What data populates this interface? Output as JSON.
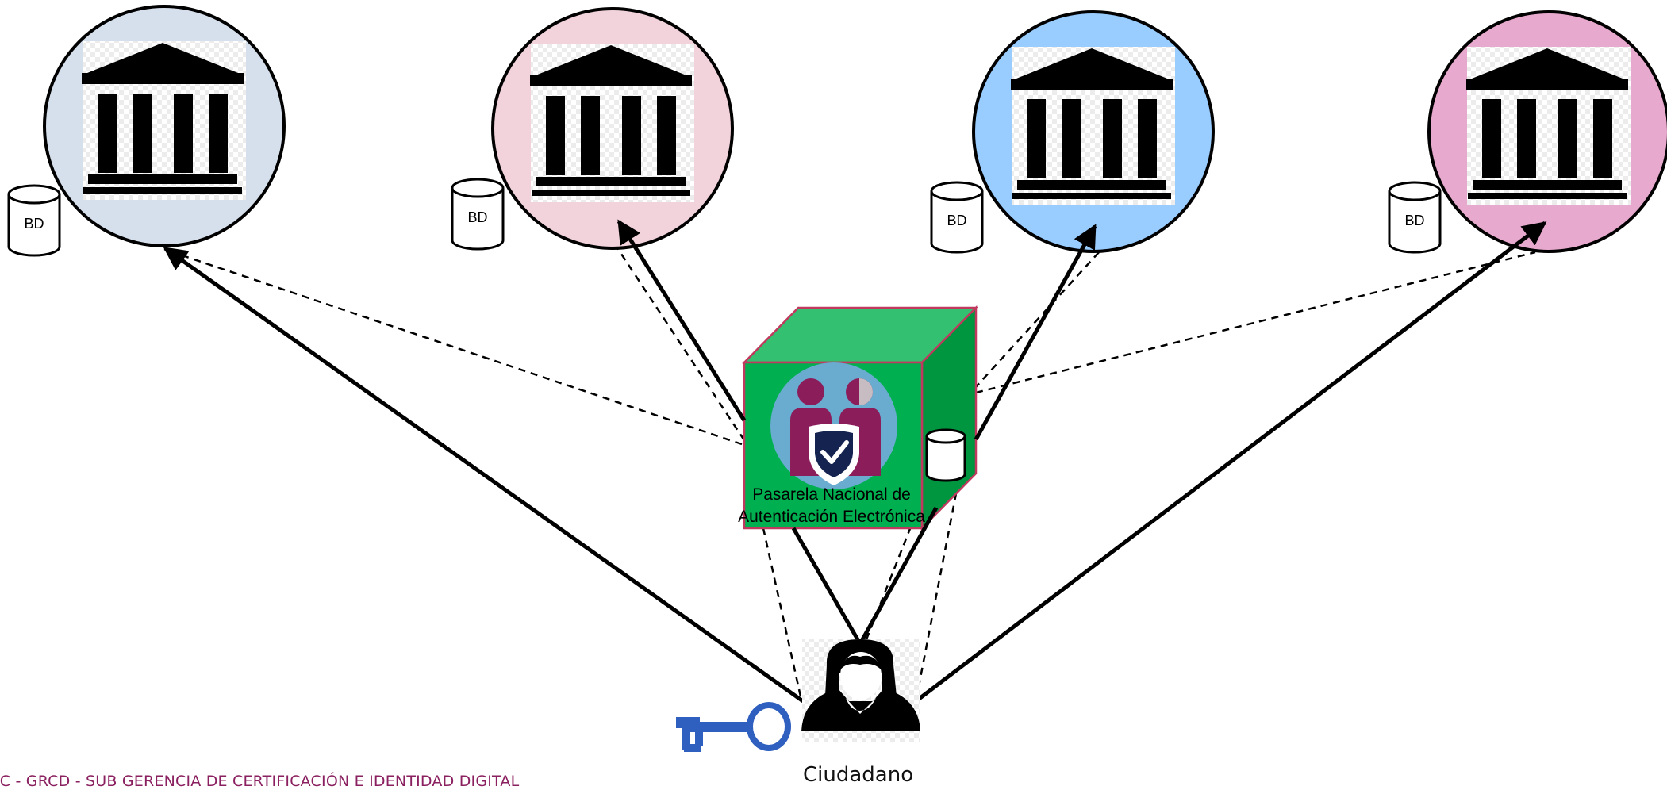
{
  "institutions": [
    {
      "db_label": "BD",
      "fill": "#d6dfec"
    },
    {
      "db_label": "BD",
      "fill": "#f2d3dc"
    },
    {
      "db_label": "BD",
      "fill": "#99ccff"
    },
    {
      "db_label": "BD",
      "fill": "#e8a9ce"
    }
  ],
  "gateway": {
    "label_line1": "Pasarela Nacional de",
    "label_line2": "Autenticación Electrónica",
    "front_color": "#00b050",
    "top_color": "#33c070",
    "side_color": "#00963f",
    "edge_color": "#c0395e"
  },
  "citizen": {
    "label": "Ciudadano"
  },
  "key": {
    "color": "#2f5fbf"
  },
  "footer": {
    "text": "IC - GRCD - SUB GERENCIA DE CERTIFICACIÓN E IDENTIDAD DIGITAL",
    "color": "#8a2060"
  }
}
